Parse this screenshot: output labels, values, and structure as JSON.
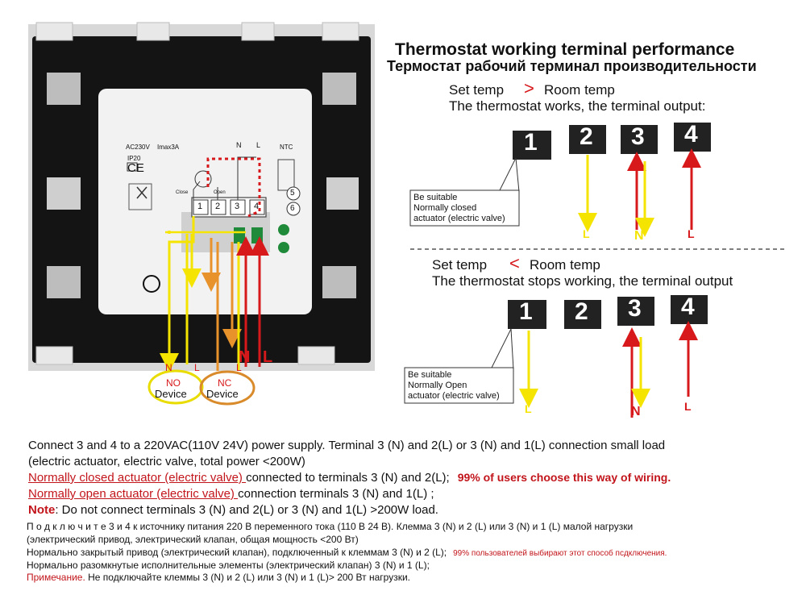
{
  "header": {
    "title_en": "Thermostat working terminal performance",
    "title_ru": "Термостат рабочий терминал производительности"
  },
  "device": {
    "label_ac": "AC230V",
    "label_max": "Imax3A",
    "label_ip": "IP20",
    "label_ce": "CE",
    "label_n": "N",
    "label_l": "L",
    "label_ntc": "NTC",
    "label_close": "Close",
    "label_open": "Open",
    "terminals": [
      "1",
      "2",
      "3",
      "4"
    ],
    "ntc_terminals": [
      "5",
      "6"
    ],
    "wire_n": "N",
    "wire_l": "L",
    "no_n": "N",
    "no_l": "L",
    "nc_n": "NC",
    "no_label": "NO",
    "no_device": "Device",
    "nc_device": "Device",
    "nc_l": "L"
  },
  "section1": {
    "cond_left": "Set  temp",
    "cond_right": "Room temp",
    "desc": "The thermostat works, the terminal output:",
    "terminals": [
      "1",
      "2",
      "3",
      "4"
    ],
    "label_2": "L",
    "label_3": "N",
    "label_4": "L",
    "callout_l1": "Be suitable",
    "callout_l2": "Normally closed",
    "callout_l3": "actuator (electric valve)"
  },
  "section2": {
    "cond_left": "Set  temp",
    "cond_right": "Room temp",
    "desc": "The thermostat stops working, the terminal output",
    "terminals": [
      "1",
      "2",
      "3",
      "4"
    ],
    "label_1": "L",
    "label_3": "N",
    "label_4": "L",
    "callout_l1": "Be suitable",
    "callout_l2": "Normally Open",
    "callout_l3": "actuator (electric valve)"
  },
  "instructions": {
    "line1": "Connect 3 and 4 to a 220VAC(110V 24V) power supply. Terminal 3 (N) and 2(L) or 3 (N) and 1(L) connection small load",
    "line2": "(electric actuator, electric valve, total power <200W)",
    "line3_ul": "Normally closed actuator (electric valve) ",
    "line3_rest": "connected to terminals 3 (N) and 2(L);",
    "line3_red": "99% of users choose this way of wiring.",
    "line4_ul": "Normally open actuator (electric valve) ",
    "line4_rest": "connection terminals 3 (N) and 1(L) ;",
    "line5_note": "Note",
    "line5_rest": ": Do not connect terminals 3 (N) and 2(L) or 3 (N) and 1(L)  >200W load.",
    "ru1_spaced": "П о д к л ю ч и т е",
    "ru1_rest": " 3 и 4 к источнику питания 220 В переменного тока (110 В 24 В). Клемма 3 (N) и 2 (L) или 3 (N) и 1 (L) малой нагрузки",
    "ru2": "(электрический привод, электрический клапан, общая мощность <200 Вт)",
    "ru3": "Нормально закрытый привод (электрический клапан), подключенный к клеммам 3 (N) и 2 (L);",
    "ru3_red": "99% пользователей выбирают этот способ псдключения.",
    "ru4": "Нормально разомкнутые исполнительные элементы (электрический клапан) 3 (N) и 1 (L);",
    "ru5_red": "Примечание.",
    "ru5_rest": " Не подключайте клеммы 3 (N) и 2 (L) или 3 (N) и 1 (L)> 200 Вт нагрузки."
  },
  "colors": {
    "yellow": "#f4e400",
    "red": "#d7191c",
    "orange": "#e8922b",
    "dark": "#1a1a1a",
    "box": "#222222"
  }
}
